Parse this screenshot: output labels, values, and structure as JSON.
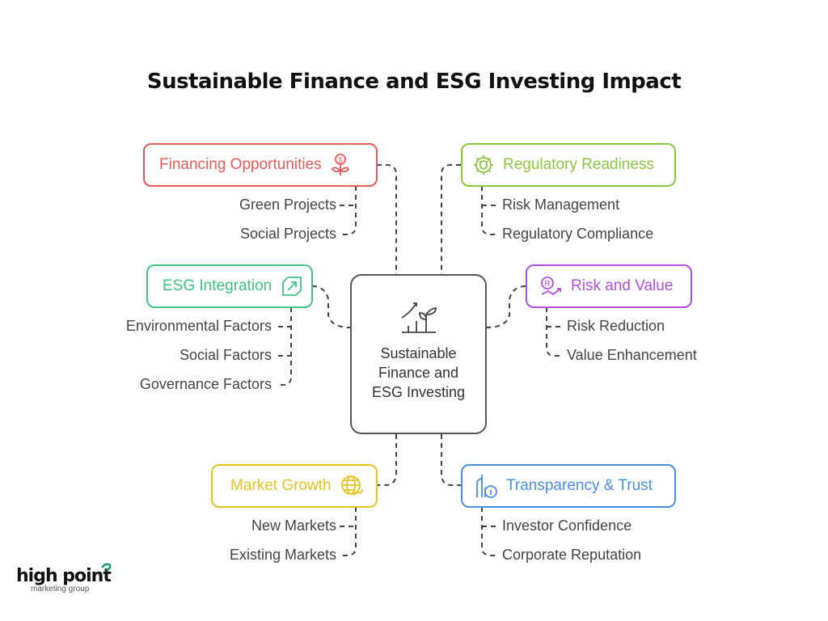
{
  "title": "Sustainable Finance and ESG Investing Impact",
  "center": {
    "label": "Sustainable Finance and ESG Investing",
    "icon": "plant-growth-icon"
  },
  "branches": {
    "financing": {
      "label": "Financing Opportunities",
      "color": "#e85a5a",
      "icon": "money-plant-icon",
      "items": [
        "Green Projects",
        "Social Projects"
      ]
    },
    "regulatory": {
      "label": "Regulatory Readiness",
      "color": "#8cc63f",
      "icon": "gear-shield-icon",
      "items": [
        "Risk Management",
        "Regulatory Compliance"
      ]
    },
    "esg": {
      "label": "ESG Integration",
      "color": "#3fc483",
      "icon": "puzzle-arrow-icon",
      "items": [
        "Environmental Factors",
        "Social Factors",
        "Governance Factors"
      ]
    },
    "risk": {
      "label": "Risk and Value",
      "color": "#b34fe0",
      "icon": "risk-value-icon",
      "items": [
        "Risk Reduction",
        "Value Enhancement"
      ]
    },
    "market": {
      "label": "Market Growth",
      "color": "#e3c41a",
      "icon": "globe-growth-icon",
      "items": [
        "New Markets",
        "Existing Markets"
      ]
    },
    "transparency": {
      "label": "Transparency & Trust",
      "color": "#4a8fe7",
      "icon": "info-document-icon",
      "items": [
        "Investor Confidence",
        "Corporate Reputation"
      ]
    }
  },
  "logo": {
    "name": "high point",
    "tagline": "marketing group"
  }
}
